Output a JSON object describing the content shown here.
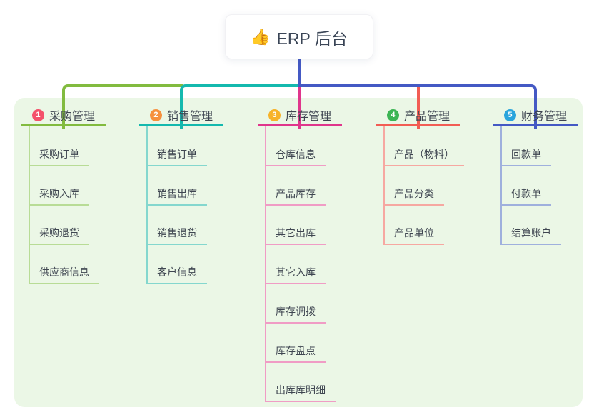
{
  "root": {
    "label": "ERP 后台",
    "icon_glyph": "👍",
    "icon_name": "thumbs-up-icon"
  },
  "colors": {
    "panel_bg": "#ebf7e6",
    "stem_blue": "#4459c4",
    "text_dark": "#3a4556",
    "item_text": "#3f4651"
  },
  "branches": [
    {
      "num": "1",
      "label": "采购管理",
      "line_color": "#82bb3f",
      "child_color": "#b8dc96",
      "badge_color": "#f4526b",
      "items": [
        "采购订单",
        "采购入库",
        "采购退货",
        "供应商信息"
      ]
    },
    {
      "num": "2",
      "label": "销售管理",
      "line_color": "#14b9ae",
      "child_color": "#84d7ce",
      "badge_color": "#f6913e",
      "items": [
        "销售订单",
        "销售出库",
        "销售退货",
        "客户信息"
      ]
    },
    {
      "num": "3",
      "label": "库存管理",
      "line_color": "#e0368c",
      "child_color": "#f09cc5",
      "badge_color": "#f7b32a",
      "items": [
        "仓库信息",
        "产品库存",
        "其它出库",
        "其它入库",
        "库存调拨",
        "库存盘点",
        "出库库明细"
      ]
    },
    {
      "num": "4",
      "label": "产品管理",
      "line_color": "#f25d54",
      "child_color": "#f6a8a1",
      "badge_color": "#3cb554",
      "items": [
        "产品（物料）",
        "产品分类",
        "产品单位"
      ]
    },
    {
      "num": "5",
      "label": "财务管理",
      "line_color": "#4459c4",
      "child_color": "#9fb0dd",
      "badge_color": "#2aa5dc",
      "items": [
        "回款单",
        "付款单",
        "结算账户"
      ]
    }
  ]
}
